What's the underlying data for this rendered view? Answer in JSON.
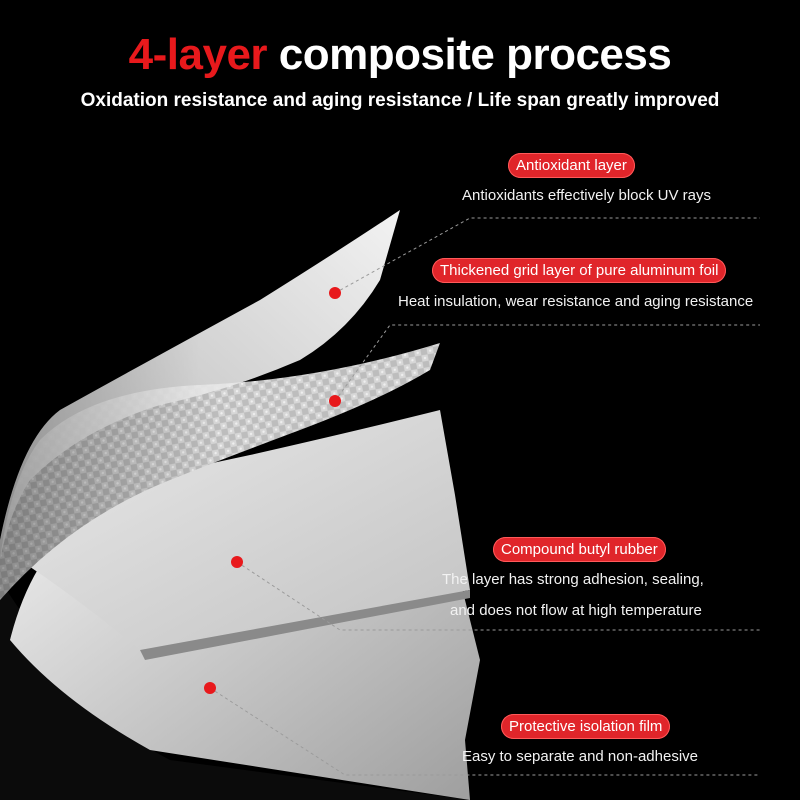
{
  "header": {
    "title_accent": "4-layer",
    "title_rest": "composite process",
    "subtitle": "Oxidation resistance and aging resistance / Life span greatly improved"
  },
  "layers": [
    {
      "label": "Antioxidant layer",
      "desc": [
        "Antioxidants effectively block UV rays"
      ]
    },
    {
      "label": "Thickened grid layer of pure aluminum foil",
      "desc": [
        "Heat insulation, wear resistance and aging resistance"
      ]
    },
    {
      "label": "Compound butyl rubber",
      "desc": [
        "The layer has strong adhesion, sealing,",
        "and does not flow at high temperature"
      ]
    },
    {
      "label": "Protective isolation film",
      "desc": [
        "Easy to separate and non-adhesive"
      ]
    }
  ],
  "colors": {
    "accent": "#e0252a",
    "background": "#000000",
    "marker": "#e8191c"
  }
}
